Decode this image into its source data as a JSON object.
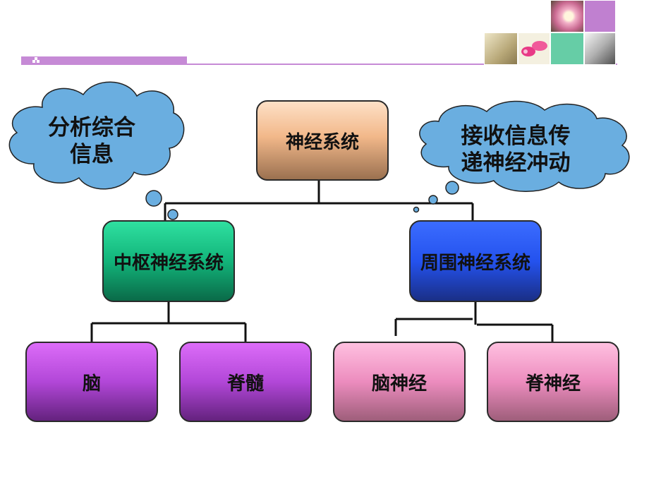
{
  "diagram": {
    "root": {
      "label": "神经系统"
    },
    "branches": [
      {
        "label": "中枢神经系统",
        "children": [
          {
            "label": "脑"
          },
          {
            "label": "脊髓"
          }
        ]
      },
      {
        "label": "周围神经系统",
        "children": [
          {
            "label": "脑神经"
          },
          {
            "label": "脊神经"
          }
        ]
      }
    ],
    "callouts": {
      "left": {
        "line1": "分析综合",
        "line2": "信息"
      },
      "right": {
        "line1": "接收信息传",
        "line2": "递神经冲动"
      }
    }
  },
  "colors": {
    "root_node": "#d8a57a",
    "cns_node": "#12b47a",
    "pns_node": "#2452ee",
    "brain_spinal_nodes": "#b247d8",
    "nerve_nodes": "#ec8cbe",
    "cloud_fill": "#6aaee0",
    "header_accent": "#c68ad6"
  }
}
